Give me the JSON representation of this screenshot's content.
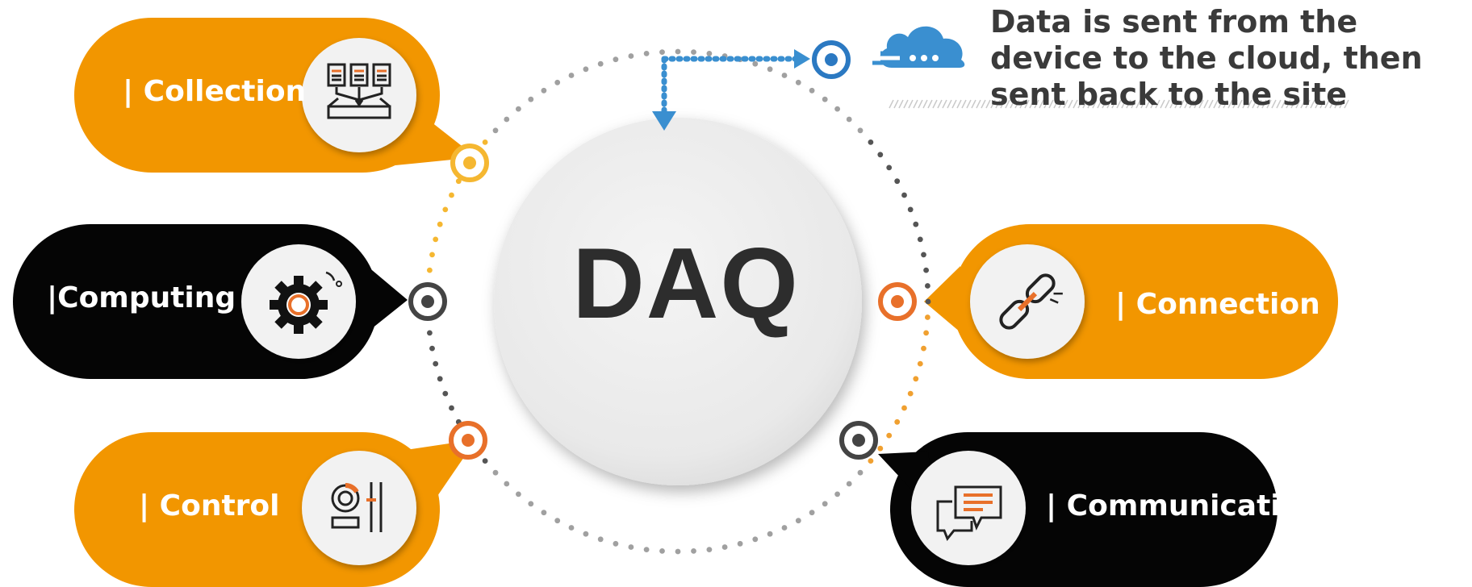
{
  "center": {
    "title": "DAQ"
  },
  "note": {
    "text": "Data is sent from the device to the cloud, then sent back to the site"
  },
  "nodes": [
    {
      "key": "collection",
      "label": "| Collection",
      "icon": "file-collection-icon"
    },
    {
      "key": "computing",
      "label": "|Computing",
      "icon": "gear-icon"
    },
    {
      "key": "control",
      "label": "|  Control",
      "icon": "control-panel-icon"
    },
    {
      "key": "connection",
      "label": "| Connection",
      "icon": "link-icon"
    },
    {
      "key": "communication",
      "label": "| Communication",
      "icon": "chat-bubbles-icon"
    }
  ],
  "colors": {
    "orange": "#f29600",
    "black": "#050505",
    "accent_orange": "#e8702a",
    "blue": "#3a8fd0",
    "yellow": "#f5b731",
    "dark_gray": "#444444"
  }
}
